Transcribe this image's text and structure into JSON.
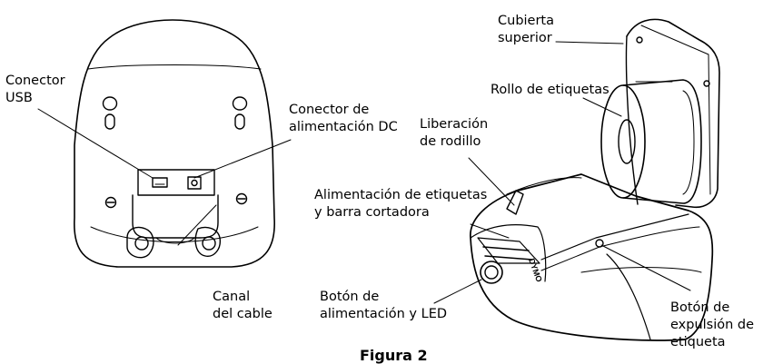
{
  "labels": {
    "usb": [
      "Conector",
      "USB"
    ],
    "power": [
      "Conector de",
      "alimentación DC"
    ],
    "cable": [
      "Canal",
      "del cable"
    ],
    "cover": [
      "Cubierta",
      "superior"
    ],
    "roll": "Rollo de etiquetas",
    "release": [
      "Liberación",
      "de rodillo"
    ],
    "feed": [
      "Alimentación de etiquetas",
      "y barra cortadora"
    ],
    "button": [
      "Botón de",
      "alimentación y LED"
    ],
    "eject": [
      "Botón de",
      "expulsión de",
      "etiqueta"
    ],
    "figure": "Figura 2"
  },
  "brand": "DYMO"
}
